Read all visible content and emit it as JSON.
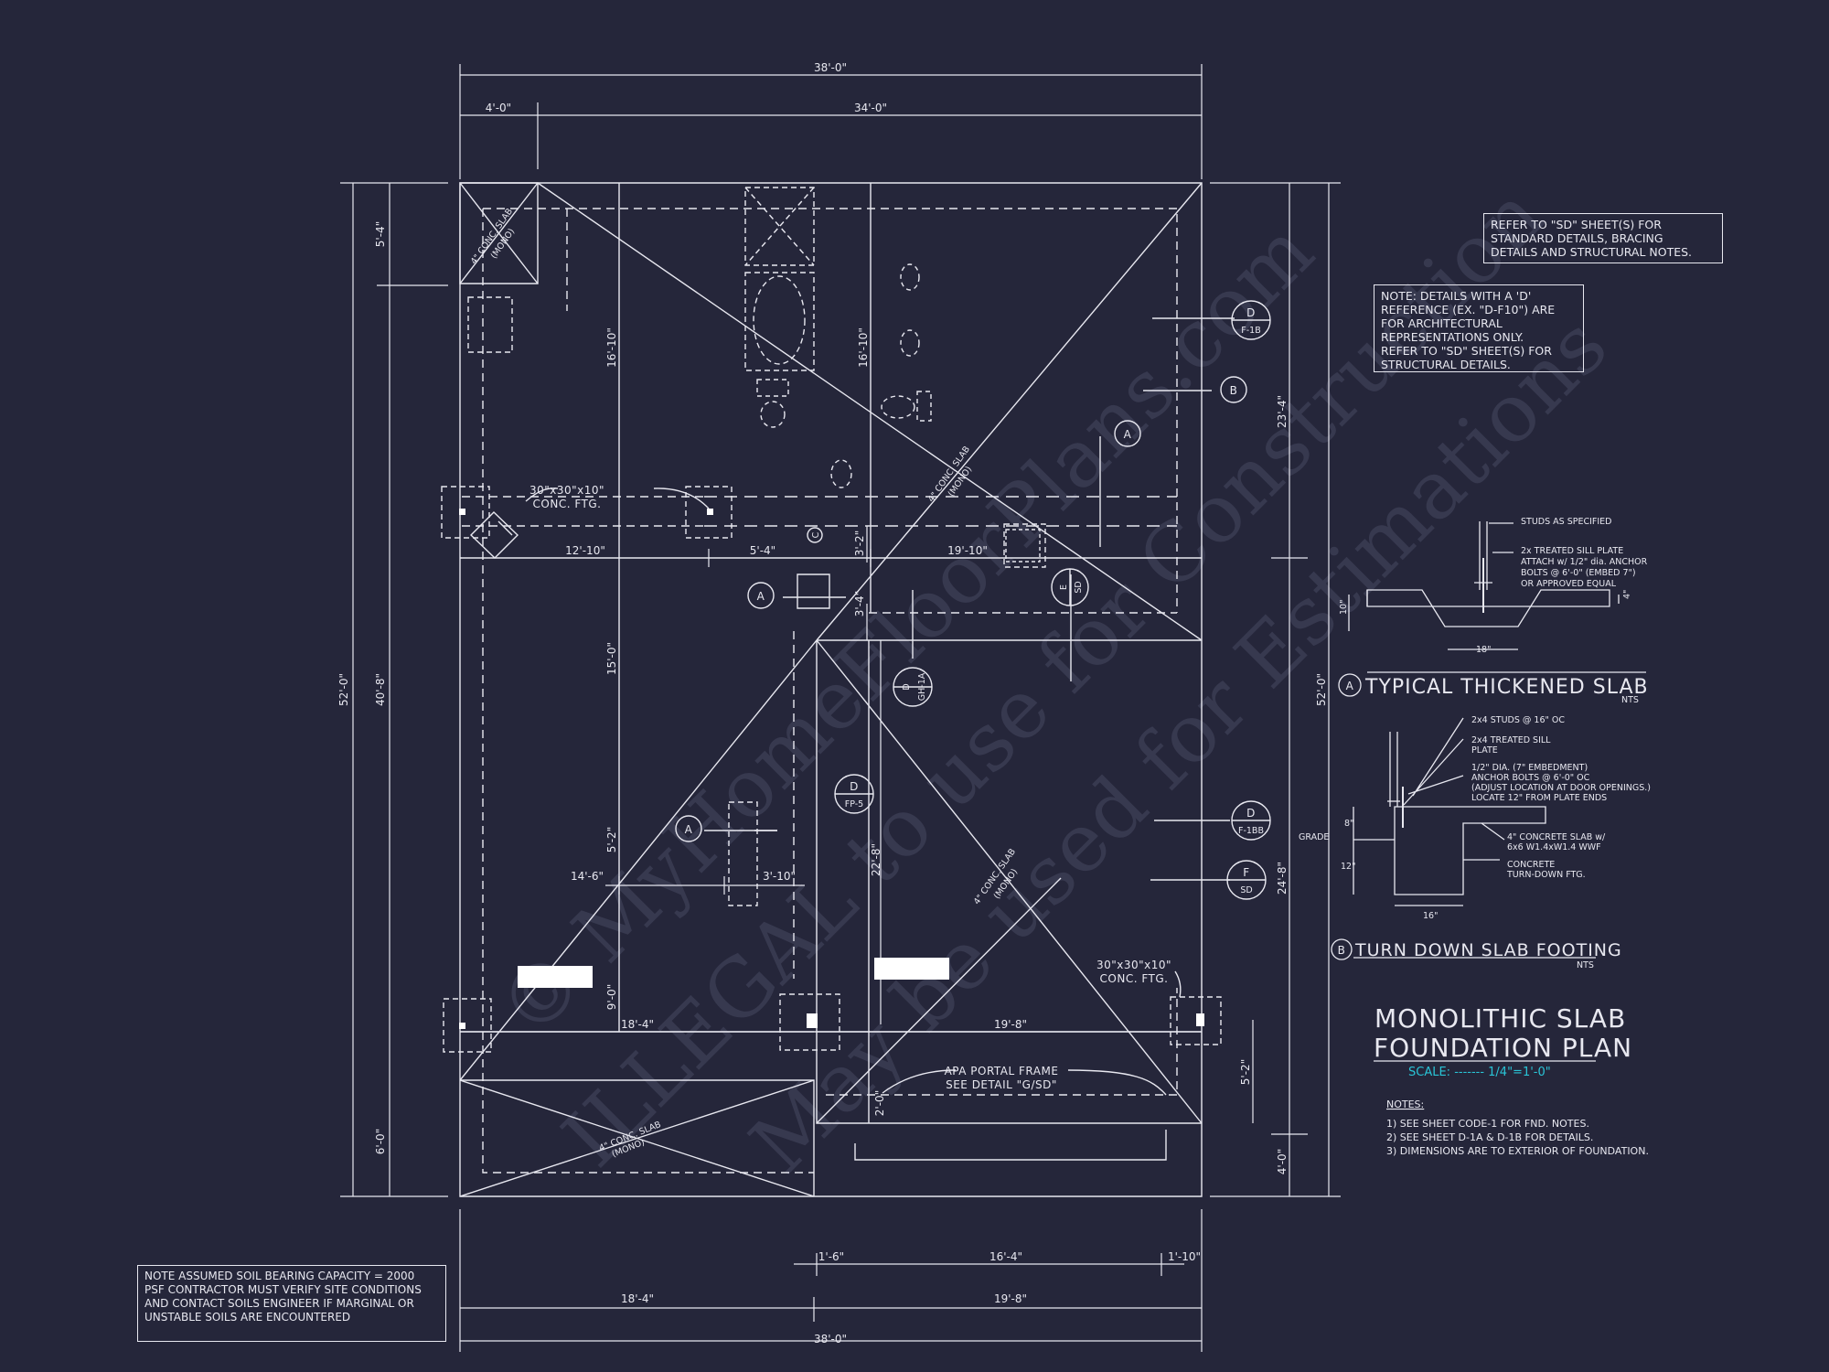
{
  "dimensions": {
    "top_overall": "38'-0\"",
    "top_left": "4'-0\"",
    "top_right": "34'-0\"",
    "left_overall": "52'-0\"",
    "left_mid": "40'-8\"",
    "left_top": "5'-4\"",
    "left_bottom": "6'-0\"",
    "right_overall": "52'-0\"",
    "right_upper": "23'-4\"",
    "right_lower": "24'-8\"",
    "right_bottom": "4'-0\"",
    "right_step": "5'-2\"",
    "d_16_10_a": "16'-10\"",
    "d_16_10_b": "16'-10\"",
    "d_12_10": "12'-10\"",
    "d_5_4": "5'-4\"",
    "d_19_10": "19'-10\"",
    "d_3_2": "3'-2\"",
    "d_3_4": "3'-4\"",
    "d_15_0": "15'-0\"",
    "d_5_2": "5'-2\"",
    "d_14_6": "14'-6\"",
    "d_3_10": "3'-10\"",
    "d_22_8": "22'-8\"",
    "d_9_0": "9'-0\"",
    "d_18_4_mid": "18'-4\"",
    "d_19_8_mid": "19'-8\"",
    "d_2_0": "2'-0\"",
    "d_1_6": "1'-6\"",
    "d_16_4": "16'-4\"",
    "d_1_10": "1'-10\"",
    "bottom_left": "18'-4\"",
    "bottom_right": "19'-8\"",
    "bottom_overall": "38'-0\""
  },
  "labels": {
    "ftg_1_l1": "30\"x30\"x10\"",
    "ftg_1_l2": "CONC. FTG.",
    "ftg_2_l1": "30\"x30\"x10\"",
    "ftg_2_l2": "CONC. FTG.",
    "portal_l1": "APA PORTAL FRAME",
    "portal_l2": "SEE DETAIL \"G/SD\"",
    "slab_1": "4\" CONC. SLAB",
    "slab_1b": "(MONO)",
    "slab_2": "4\" CONC. SLAB",
    "slab_2b": "(MONO)",
    "slab_3": "4\" CONC. SLAB",
    "slab_3b": "(MONO)",
    "slab_4": "4\" CONC. SLAB",
    "slab_4b": "(MONO)"
  },
  "callouts": {
    "d_f1b_top": "D",
    "d_f1b_bot": "F-1B",
    "b": "B",
    "a1": "A",
    "a2": "A",
    "a3": "A",
    "c": "C",
    "e_top": "E",
    "e_bot": "SD",
    "d_gh1a_top": "D",
    "d_gh1a_bot": "GH-1A",
    "d_fp5_top": "D",
    "d_fp5_bot": "FP-5",
    "d_f1bb_top": "D",
    "d_f1bb_bot": "F-1BB",
    "f_top": "F",
    "f_bot": "SD"
  },
  "notes": {
    "sd_box": [
      "REFER TO \"SD\" SHEET(S) FOR",
      "STANDARD DETAILS, BRACING",
      "DETAILS AND STRUCTURAL NOTES."
    ],
    "d_box": [
      "NOTE: DETAILS WITH A 'D'",
      "REFERENCE (EX. \"D-F10\") ARE",
      "FOR ARCHITECTURAL",
      "REPRESENTATIONS ONLY.",
      "REFER TO \"SD\" SHEET(S) FOR",
      "STRUCTURAL DETAILS."
    ],
    "soil_box": [
      "NOTE ASSUMED SOIL BEARING CAPACITY = 2000",
      "PSF CONTRACTOR MUST VERIFY SITE CONDITIONS",
      "AND CONTACT SOILS ENGINEER IF MARGINAL OR",
      "UNSTABLE SOILS ARE ENCOUNTERED"
    ]
  },
  "detail_a": {
    "marker": "A",
    "title": "TYPICAL THICKENED SLAB",
    "scale": "NTS",
    "studs": "STUDS AS SPECIFIED",
    "sill_l1": "2x TREATED SILL PLATE",
    "sill_l2": "ATTACH w/ 1/2\" dia. ANCHOR",
    "sill_l3": "BOLTS @ 6'-0\" (EMBED 7\")",
    "sill_l4": "OR APPROVED EQUAL",
    "dim_left": "10\"",
    "dim_right": "4\"",
    "dim_bottom": "18\""
  },
  "detail_b": {
    "marker": "B",
    "title": "TURN DOWN SLAB FOOTING",
    "scale": "NTS",
    "studs": "2x4 STUDS @ 16\" OC",
    "sill_l1": "2x4 TREATED SILL",
    "sill_l2": "PLATE",
    "bolt_l1": "1/2\" DIA. (7\" EMBEDMENT)",
    "bolt_l2": "ANCHOR BOLTS @ 6'-0\" OC",
    "bolt_l3": "(ADJUST LOCATION AT DOOR OPENINGS.)",
    "bolt_l4": "LOCATE 12\" FROM PLATE ENDS",
    "slab_l1": "4\" CONCRETE SLAB w/",
    "slab_l2": "6x6 W1.4xW1.4 WWF",
    "ftg_l1": "CONCRETE",
    "ftg_l2": "TURN-DOWN FTG.",
    "grade": "GRADE",
    "dim_8": "8\"",
    "dim_12": "12\"",
    "dim_16": "16\""
  },
  "title_block": {
    "line1": "MONOLITHIC SLAB",
    "line2": "FOUNDATION PLAN",
    "scale": "SCALE: ------- 1/4\"=1'-0\"",
    "notes_head": "NOTES:",
    "note1": "1) SEE SHEET CODE-1 FOR FND. NOTES.",
    "note2": "2) SEE SHEET D-1A & D-1B FOR DETAILS.",
    "note3": "3) DIMENSIONS ARE TO EXTERIOR OF FOUNDATION."
  },
  "watermark": {
    "line1": "© MyHomeFloorPlans.com",
    "line2": "ILLEGAL to use for Construction",
    "line3": "May be used for Estimations"
  },
  "colors": {
    "background": "#25263a",
    "linework": "#e8e8f0",
    "scale_accent": "#29c4d6"
  }
}
